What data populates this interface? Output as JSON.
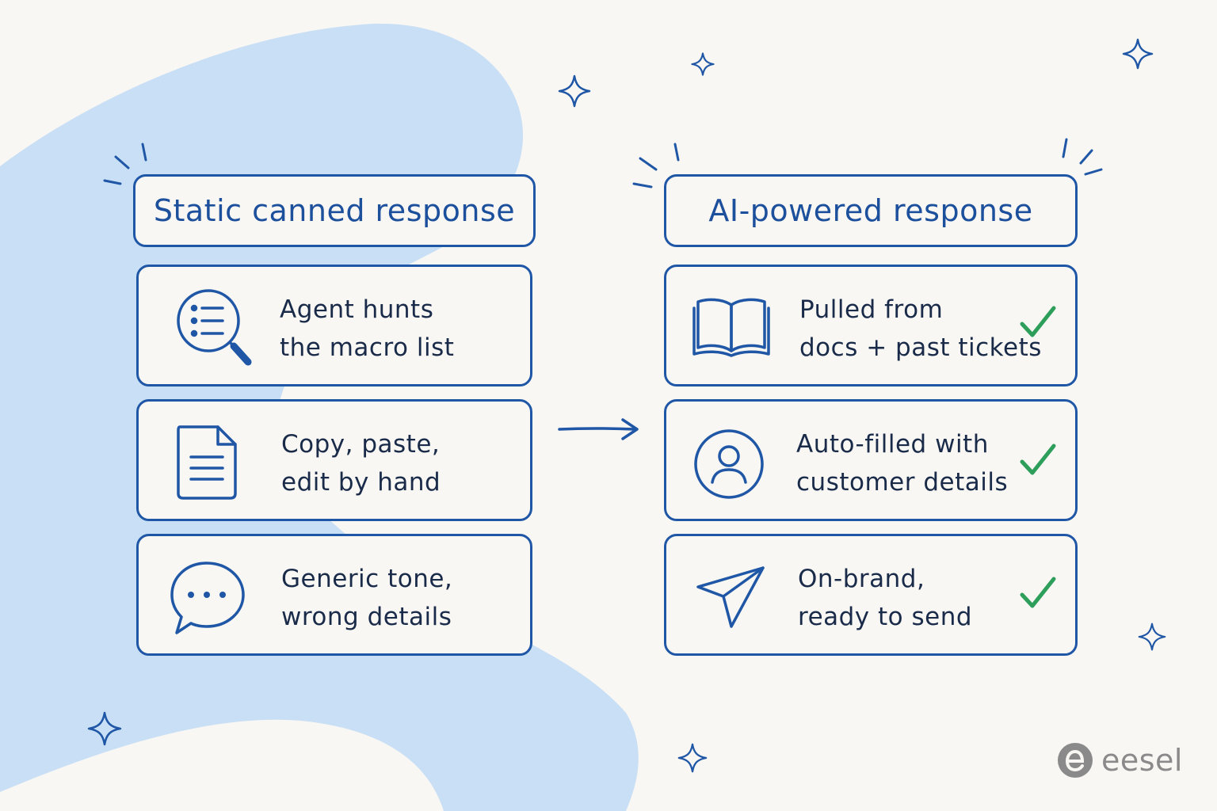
{
  "left": {
    "title": "Static canned response",
    "rows": [
      {
        "icon": "search-list-icon",
        "lines": [
          "Agent hunts",
          "the macro list"
        ]
      },
      {
        "icon": "document-icon",
        "lines": [
          "Copy, paste,",
          "edit by hand"
        ]
      },
      {
        "icon": "chat-bubble-icon",
        "lines": [
          "Generic tone,",
          "wrong details"
        ]
      }
    ]
  },
  "right": {
    "title": "AI-powered response",
    "rows": [
      {
        "icon": "open-book-icon",
        "lines": [
          "Pulled from",
          "docs + past tickets"
        ]
      },
      {
        "icon": "user-profile-icon",
        "lines": [
          "Auto-filled with",
          "customer details"
        ]
      },
      {
        "icon": "paper-plane-icon",
        "lines": [
          "On-brand,",
          "ready to send"
        ]
      }
    ]
  },
  "logo": {
    "text": "eesel"
  },
  "colors": {
    "ink": "#1f57a6",
    "check": "#2e9e5b",
    "blob": "#c9dff5",
    "background": "#f8f7f3",
    "logo": "#8a8a8a"
  }
}
